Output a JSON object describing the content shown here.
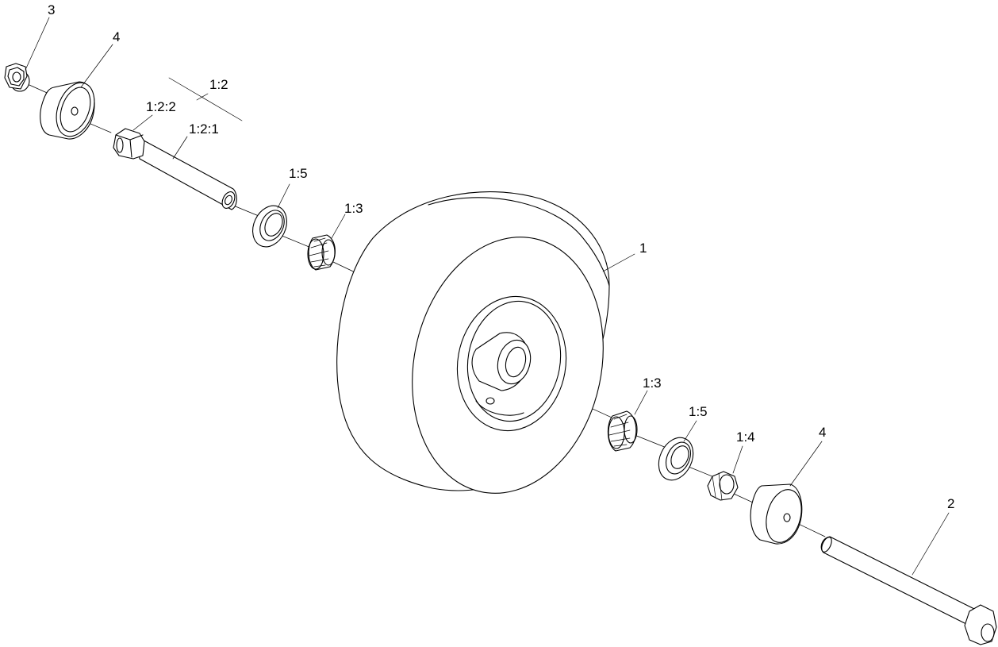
{
  "callouts": {
    "c3": "3",
    "c4_top": "4",
    "c1_2": "1:2",
    "c1_2_2": "1:2:2",
    "c1_2_1": "1:2:1",
    "c1_5_top": "1:5",
    "c1_3_top": "1:3",
    "c1": "1",
    "c1_3_bottom": "1:3",
    "c1_5_bottom": "1:5",
    "c1_4": "1:4",
    "c4_bottom": "4",
    "c2": "2"
  }
}
